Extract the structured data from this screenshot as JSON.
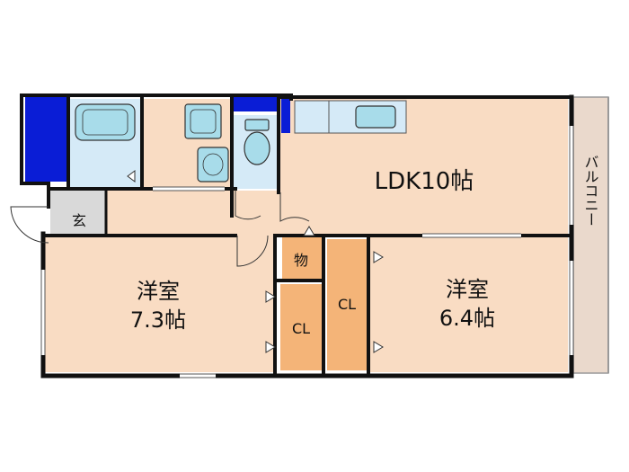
{
  "rooms": {
    "ldk": {
      "label": "LDK10帖"
    },
    "western_1": {
      "name": "洋室",
      "size": "7.3帖"
    },
    "western_2": {
      "name": "洋室",
      "size": "6.4帖"
    },
    "entrance": {
      "label": "玄"
    },
    "storage": {
      "label": "物"
    },
    "closet_1": {
      "label": "CL"
    },
    "closet_2": {
      "label": "CL"
    }
  },
  "balcony": {
    "label": "バルコニー"
  },
  "colors": {
    "room_fill": "#f9dcc3",
    "closet_fill": "#f4b478",
    "wet_area_fill": "#d5eaf7",
    "fixture_fill": "#a8dcea",
    "entrance_fill": "#d9d9d9",
    "balcony_fill": "#ead9cc",
    "pipe_space_fill": "#0a1dd6",
    "wall": "#111111"
  }
}
